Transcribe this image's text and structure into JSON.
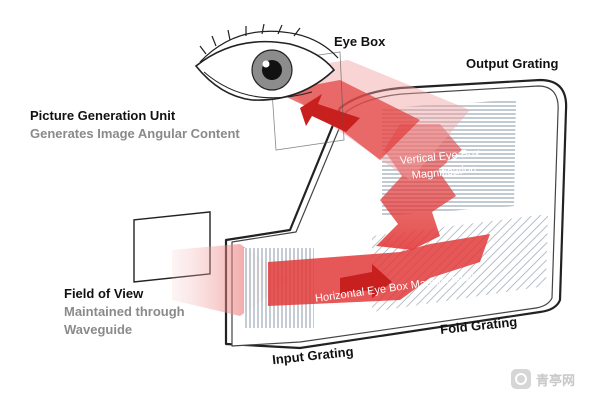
{
  "labels": {
    "eye_box": "Eye Box",
    "output_grating": "Output Grating",
    "pgu_title": "Picture Generation Unit",
    "pgu_subtitle": "Generates Image Angular Content",
    "fov_title": "Field of View",
    "fov_line1": "Maintained through",
    "fov_line2": "Waveguide",
    "fold_grating": "Fold Grating",
    "input_grating": "Input Grating",
    "vertical_magnification_line1": "Vertical Eye Box",
    "vertical_magnification_line2": "Magnification",
    "horizontal_magnification": "Horizontal Eye Box Magnification"
  },
  "watermark": {
    "text": "青亭网"
  },
  "colors": {
    "arrow_red": "#e23a3a",
    "beam_light": "#f3b5b5",
    "grating_grey": "#9aa7b3",
    "text_dark": "#111111",
    "text_grey": "#8a8a8a"
  }
}
